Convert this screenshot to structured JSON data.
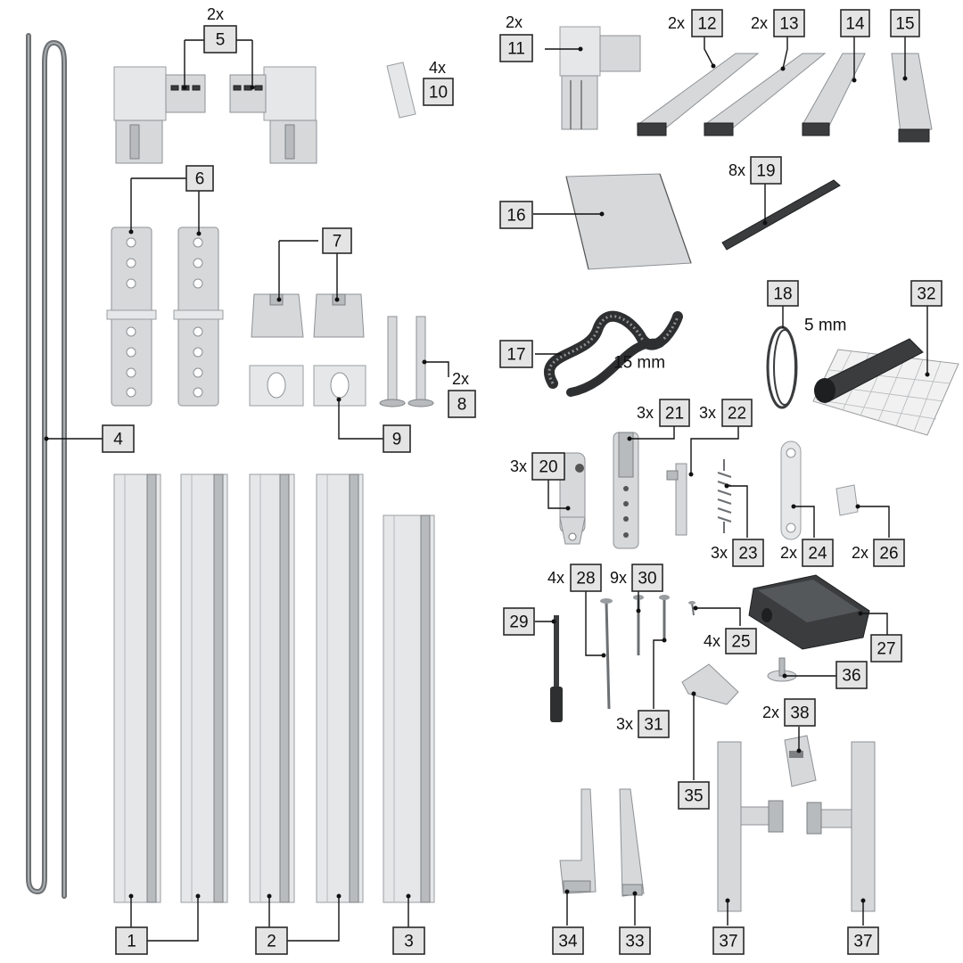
{
  "parts": [
    {
      "id": "p1",
      "number": "1",
      "qty": ""
    },
    {
      "id": "p2",
      "number": "2",
      "qty": ""
    },
    {
      "id": "p3",
      "number": "3",
      "qty": ""
    },
    {
      "id": "p4",
      "number": "4",
      "qty": ""
    },
    {
      "id": "p5",
      "number": "5",
      "qty": "2x"
    },
    {
      "id": "p6",
      "number": "6",
      "qty": ""
    },
    {
      "id": "p7",
      "number": "7",
      "qty": ""
    },
    {
      "id": "p8",
      "number": "8",
      "qty": "2x"
    },
    {
      "id": "p9",
      "number": "9",
      "qty": ""
    },
    {
      "id": "p10",
      "number": "10",
      "qty": "4x"
    },
    {
      "id": "p11",
      "number": "11",
      "qty": "2x"
    },
    {
      "id": "p12",
      "number": "12",
      "qty": "2x"
    },
    {
      "id": "p13",
      "number": "13",
      "qty": "2x"
    },
    {
      "id": "p14",
      "number": "14",
      "qty": ""
    },
    {
      "id": "p15",
      "number": "15",
      "qty": ""
    },
    {
      "id": "p16",
      "number": "16",
      "qty": ""
    },
    {
      "id": "p17",
      "number": "17",
      "qty": ""
    },
    {
      "id": "p18",
      "number": "18",
      "qty": ""
    },
    {
      "id": "p19",
      "number": "19",
      "qty": "8x"
    },
    {
      "id": "p20",
      "number": "20",
      "qty": "3x"
    },
    {
      "id": "p21",
      "number": "21",
      "qty": "3x"
    },
    {
      "id": "p22",
      "number": "22",
      "qty": "3x"
    },
    {
      "id": "p23",
      "number": "23",
      "qty": "3x"
    },
    {
      "id": "p24",
      "number": "24",
      "qty": "2x"
    },
    {
      "id": "p25",
      "number": "25",
      "qty": "4x"
    },
    {
      "id": "p26",
      "number": "26",
      "qty": "2x"
    },
    {
      "id": "p27",
      "number": "27",
      "qty": ""
    },
    {
      "id": "p28",
      "number": "28",
      "qty": "4x"
    },
    {
      "id": "p29",
      "number": "29",
      "qty": ""
    },
    {
      "id": "p30",
      "number": "30",
      "qty": "9x"
    },
    {
      "id": "p31",
      "number": "31",
      "qty": "3x"
    },
    {
      "id": "p32",
      "number": "32",
      "qty": ""
    },
    {
      "id": "p33",
      "number": "33",
      "qty": ""
    },
    {
      "id": "p34",
      "number": "34",
      "qty": ""
    },
    {
      "id": "p35",
      "number": "35",
      "qty": ""
    },
    {
      "id": "p36",
      "number": "36",
      "qty": ""
    },
    {
      "id": "p37",
      "number": "37",
      "qty": ""
    },
    {
      "id": "p38",
      "number": "38",
      "qty": "2x"
    }
  ],
  "dimensions": {
    "d17": "15 mm",
    "d18": "5 mm"
  },
  "icons": [
    "aluminium-profile",
    "corner-connector",
    "hinge",
    "spring",
    "screw",
    "mesh-roll",
    "seal-strip",
    "cord-loop"
  ]
}
